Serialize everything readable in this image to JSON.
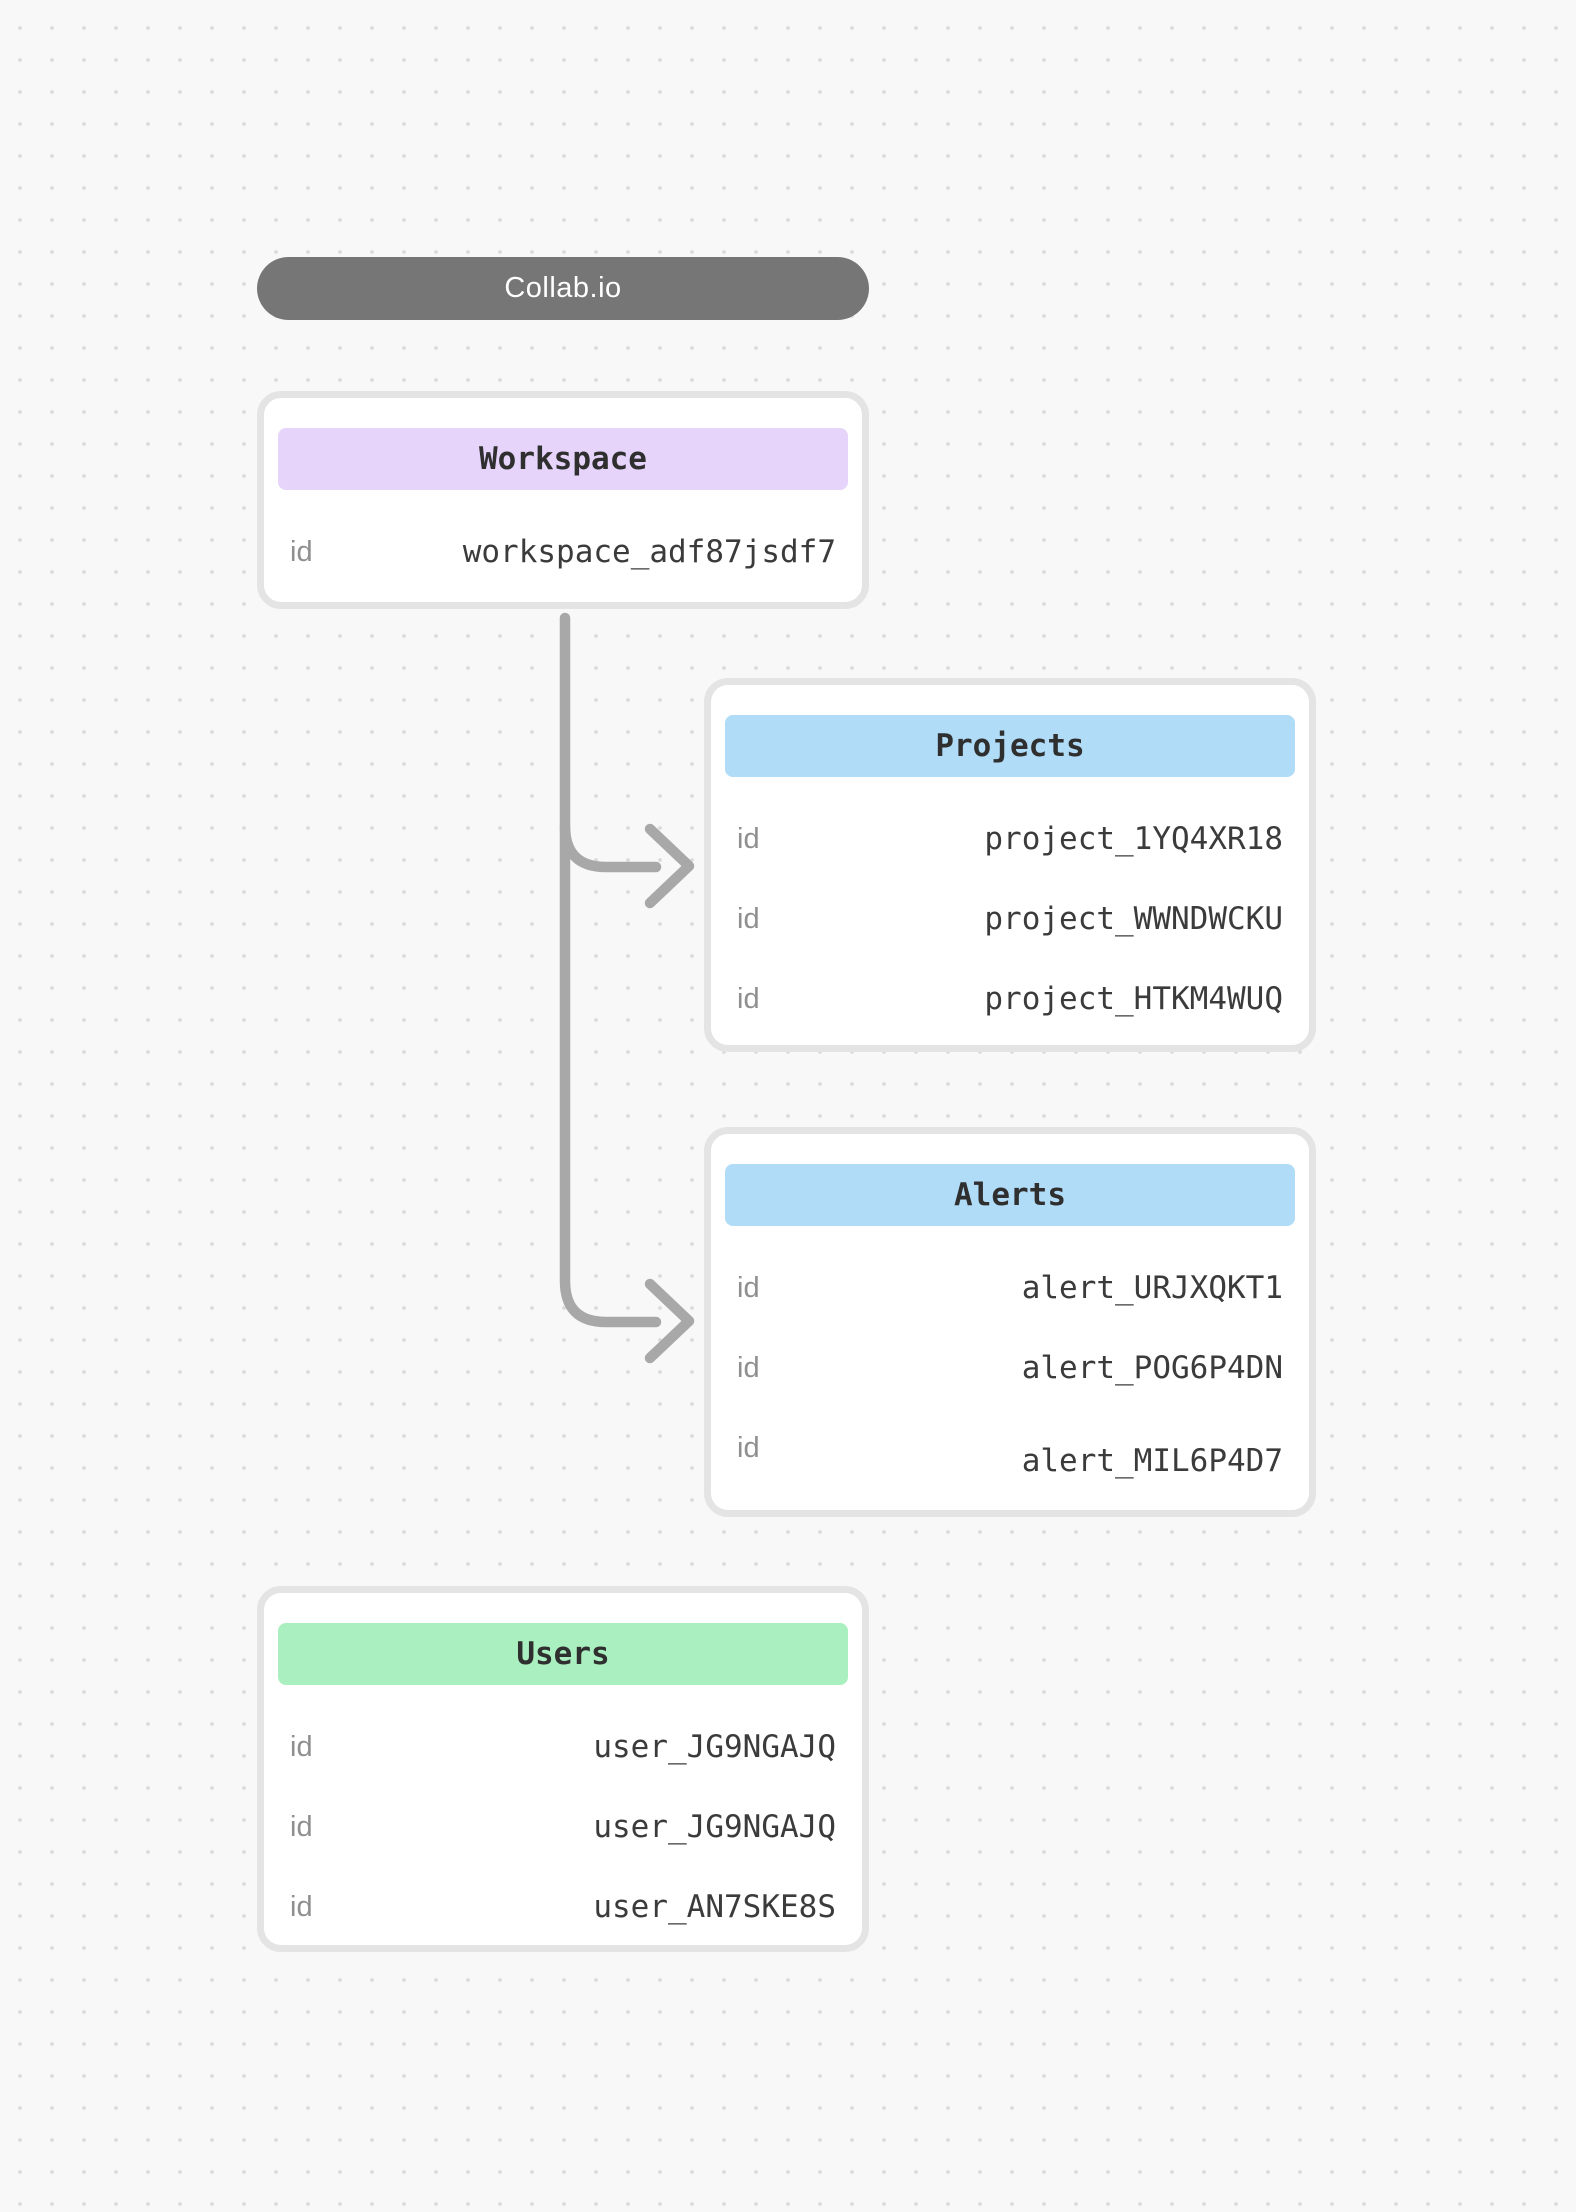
{
  "title_pill": {
    "label": "Collab.io"
  },
  "colors": {
    "background": "#f8f8f8",
    "dot_grid": "#dcdcdc",
    "pill_bg": "#767676",
    "pill_text": "#ffffff",
    "card_bg": "#ffffff",
    "card_border": "#e4e4e4",
    "workspace_header_bg": "#e6d4fb",
    "projects_header_bg": "#b0dcf8",
    "alerts_header_bg": "#b0dcf8",
    "users_header_bg": "#aaefbf",
    "key_text": "#8f8f8f",
    "value_text": "#3b3b3b",
    "header_text": "#2f2f2f",
    "connector": "#a8a8a8"
  },
  "nodes": {
    "workspace": {
      "title": "Workspace",
      "rows": [
        {
          "key": "id",
          "value": "workspace_adf87jsdf7"
        }
      ]
    },
    "projects": {
      "title": "Projects",
      "rows": [
        {
          "key": "id",
          "value": "project_1YQ4XR18"
        },
        {
          "key": "id",
          "value": "project_WWNDWCKU"
        },
        {
          "key": "id",
          "value": "project_HTKM4WUQ"
        }
      ]
    },
    "alerts": {
      "title": "Alerts",
      "rows": [
        {
          "key": "id",
          "value": "alert_URJXQKT1"
        },
        {
          "key": "id",
          "value": "alert_POG6P4DN"
        },
        {
          "key": "id",
          "value": "alert_MIL6P4D7"
        }
      ]
    },
    "users": {
      "title": "Users",
      "rows": [
        {
          "key": "id",
          "value": "user_JG9NGAJQ"
        },
        {
          "key": "id",
          "value": "user_JG9NGAJQ"
        },
        {
          "key": "id",
          "value": "user_AN7SKE8S"
        }
      ]
    }
  }
}
